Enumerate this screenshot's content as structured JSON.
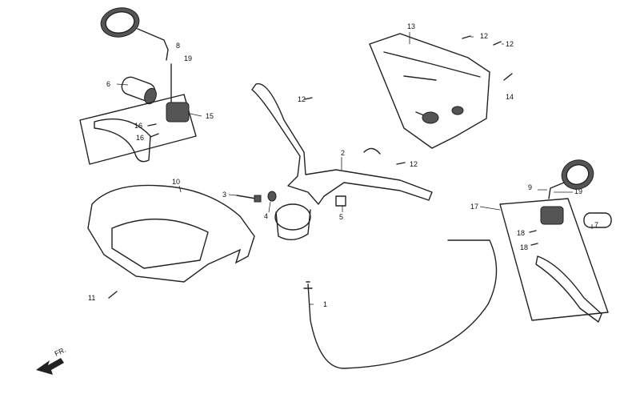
{
  "diagram": {
    "callouts": [
      "8",
      "19",
      "6",
      "15",
      "16",
      "16",
      "13",
      "12",
      "12",
      "14",
      "12",
      "2",
      "12",
      "10",
      "3",
      "4",
      "5",
      "9",
      "19",
      "17",
      "7",
      "18",
      "18",
      "11",
      "1"
    ],
    "direction_label": "FR."
  }
}
